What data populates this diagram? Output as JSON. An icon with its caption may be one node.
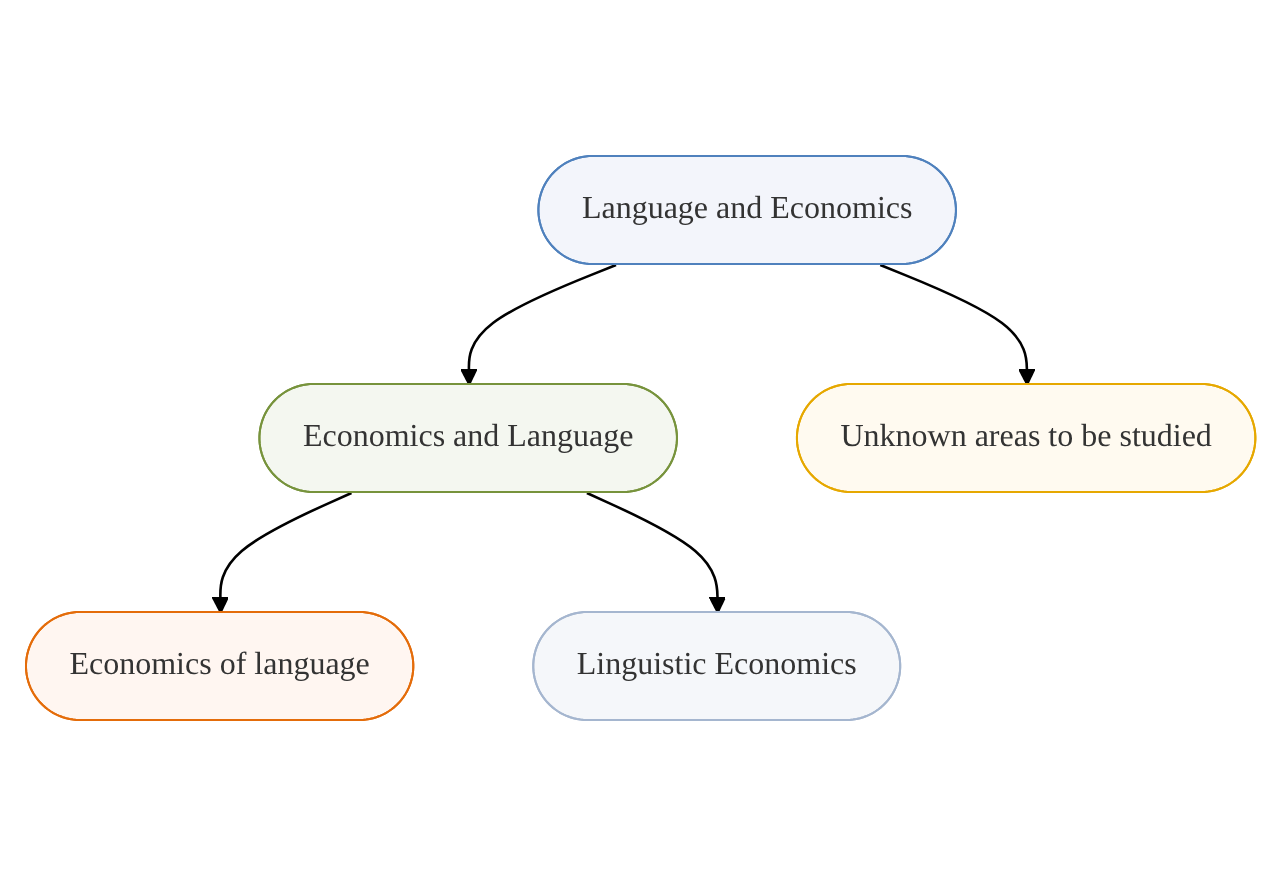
{
  "diagram": {
    "nodes": [
      {
        "text": [
          "Language and Economics"
        ]
      },
      {
        "text": [
          "Economics and Language"
        ]
      },
      {
        "text": [
          "Unknown areas to be studied"
        ]
      },
      {
        "text": [
          "Economics of language"
        ]
      },
      {
        "text": [
          "Linguistic Economics"
        ]
      }
    ],
    "edges": [
      {
        "from": 0,
        "to": 1,
        "arrow": "to"
      },
      {
        "from": 0,
        "to": 2,
        "arrow": "to"
      },
      {
        "from": 1,
        "to": 3,
        "arrow": "to"
      },
      {
        "from": 1,
        "to": 4,
        "arrow": "to"
      }
    ]
  }
}
